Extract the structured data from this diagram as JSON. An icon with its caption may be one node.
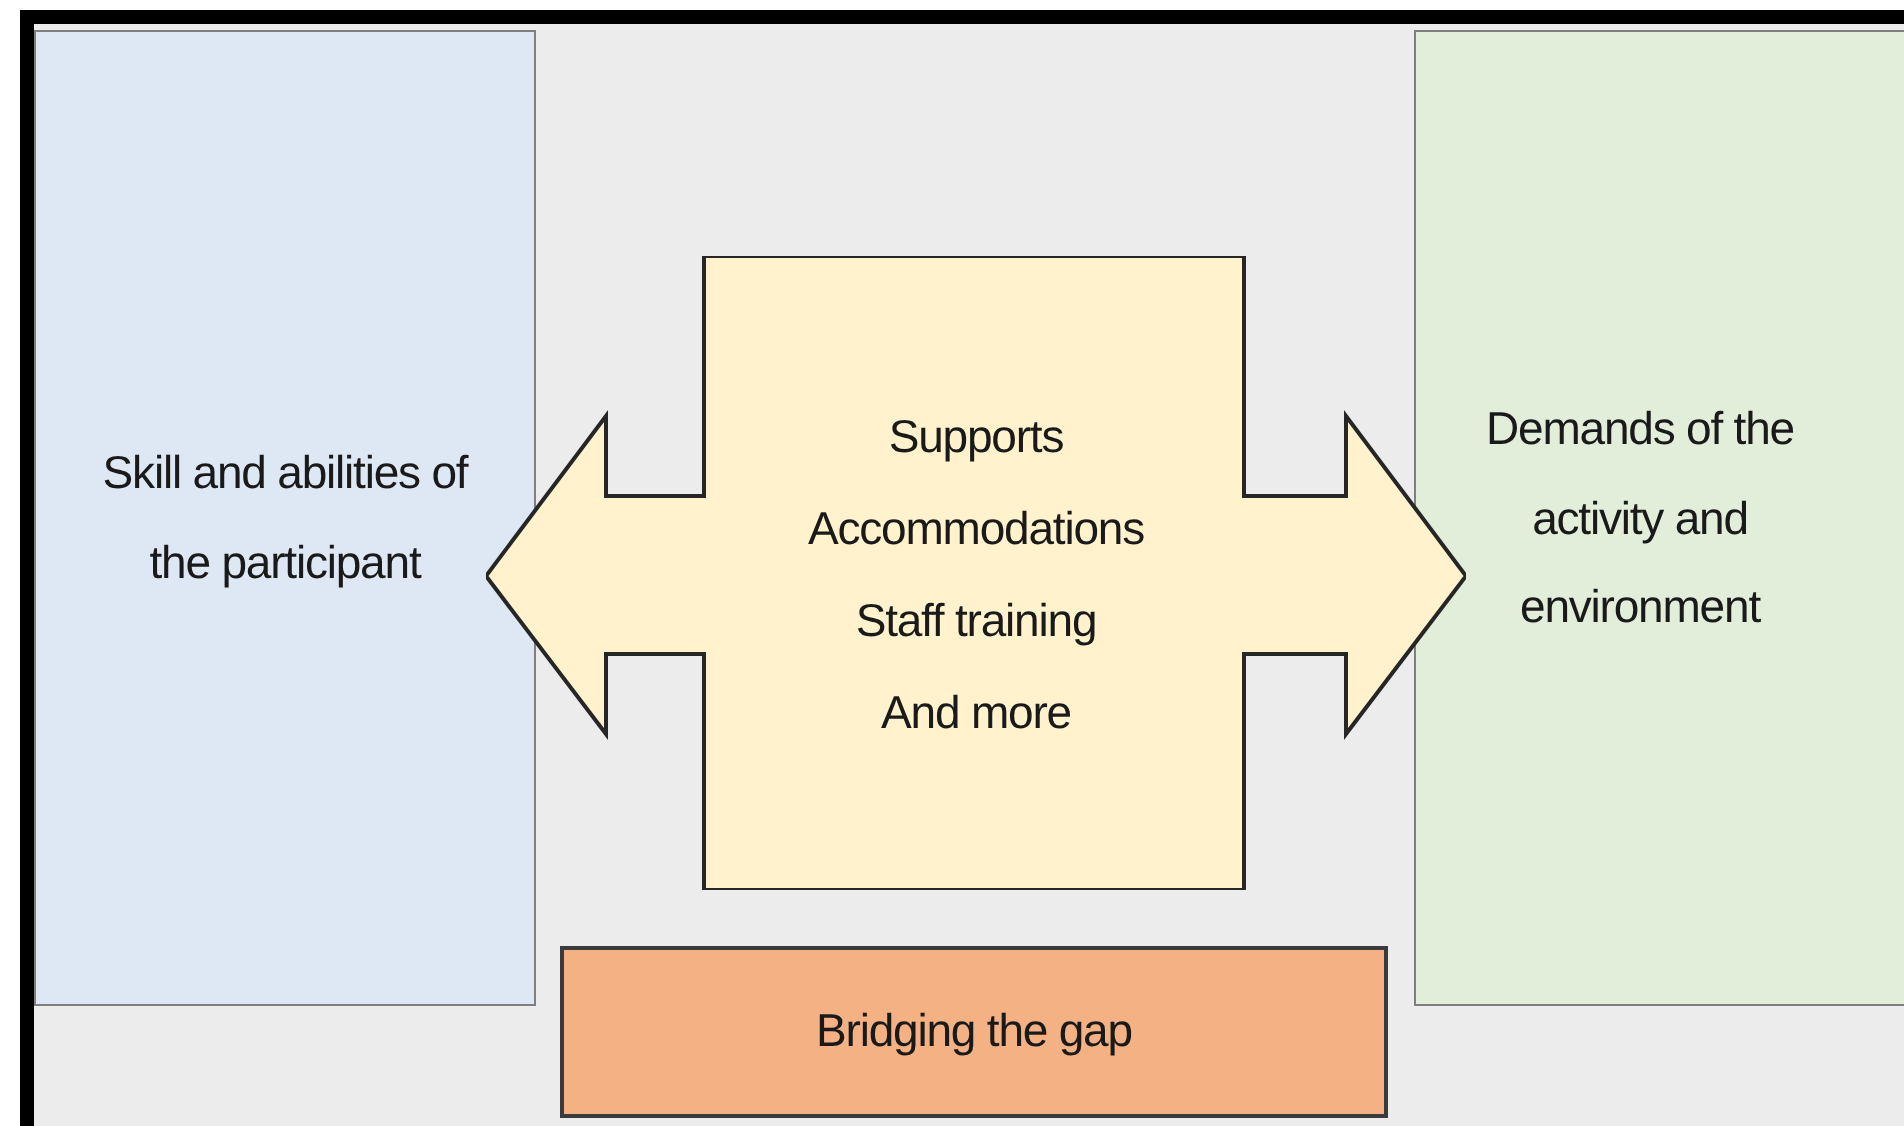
{
  "diagram": {
    "nodes": [
      {
        "text": [
          "Skill and abilities of the participant"
        ]
      },
      {
        "text": [
          "Supports",
          "Accommodations",
          "Staff training",
          "And more"
        ]
      },
      {
        "text": [
          "Demands of the activity and environment"
        ]
      },
      {
        "text": [
          "Bridging the gap"
        ]
      }
    ]
  }
}
